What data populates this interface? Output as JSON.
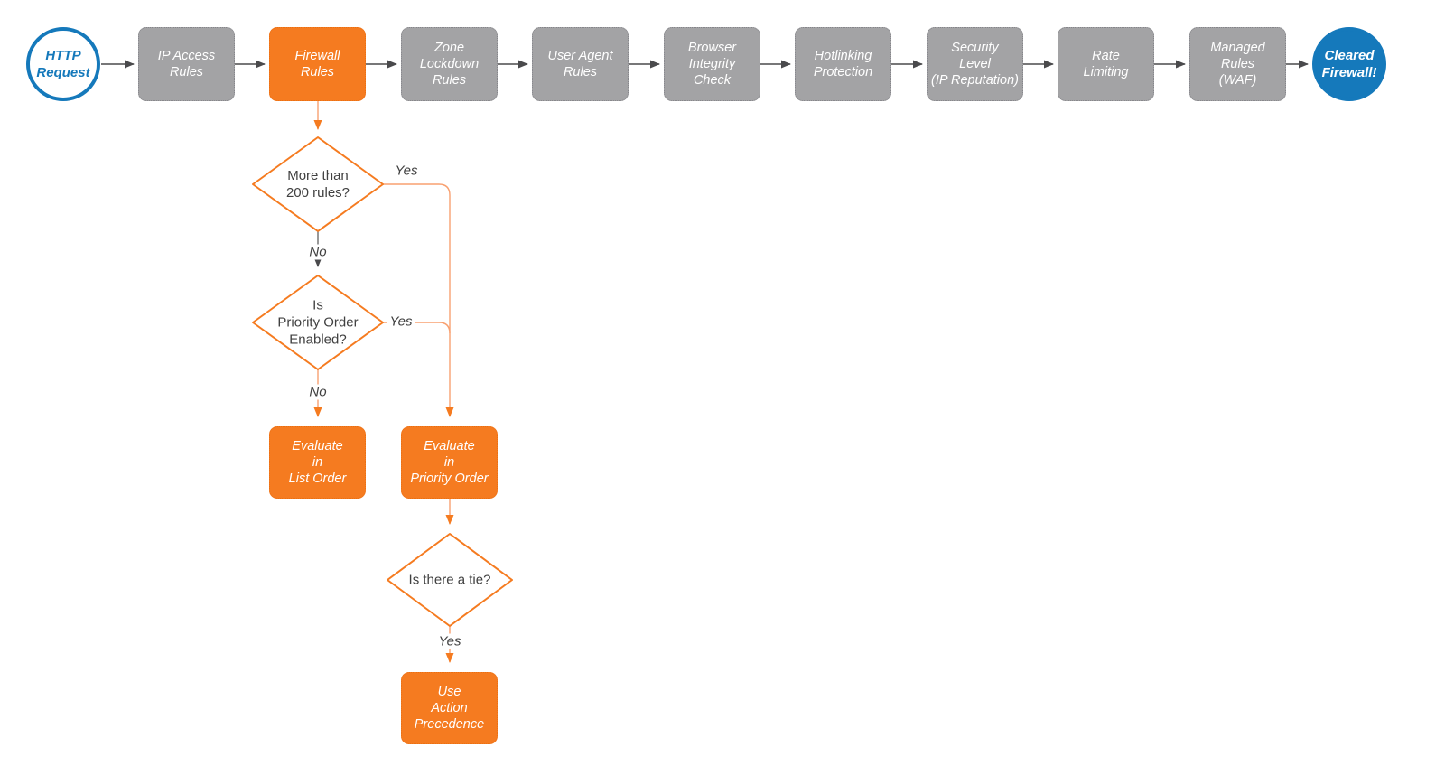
{
  "title": "Firewall request-evaluation flowchart",
  "colors": {
    "blue": "#1579bb",
    "orange": "#f57b20",
    "orange_line": "#f8a171",
    "gray_fill": "#a3a3a5",
    "gray_border": "#85858a",
    "arrow_gray": "#4a4a4c",
    "text_dark": "#404040",
    "node_text": "#ffffff"
  },
  "pipeline": {
    "start": {
      "lines": [
        "HTTP",
        "Request"
      ]
    },
    "stages": [
      {
        "id": "ip-access-rules",
        "lines": [
          "IP Access",
          "Rules"
        ],
        "highlighted": false
      },
      {
        "id": "firewall-rules",
        "lines": [
          "Firewall",
          "Rules"
        ],
        "highlighted": true
      },
      {
        "id": "zone-lockdown",
        "lines": [
          "Zone",
          "Lockdown",
          "Rules"
        ],
        "highlighted": false
      },
      {
        "id": "user-agent-rules",
        "lines": [
          "User Agent",
          "Rules"
        ],
        "highlighted": false
      },
      {
        "id": "browser-integrity",
        "lines": [
          "Browser",
          "Integrity",
          "Check"
        ],
        "highlighted": false
      },
      {
        "id": "hotlinking",
        "lines": [
          "Hotlinking",
          "Protection"
        ],
        "highlighted": false
      },
      {
        "id": "security-level",
        "lines": [
          "Security",
          "Level",
          "(IP Reputation)"
        ],
        "highlighted": false
      },
      {
        "id": "rate-limiting",
        "lines": [
          "Rate",
          "Limiting"
        ],
        "highlighted": false
      },
      {
        "id": "managed-rules",
        "lines": [
          "Managed",
          "Rules",
          "(WAF)"
        ],
        "highlighted": false
      }
    ],
    "end": {
      "lines": [
        "Cleared",
        "Firewall!"
      ]
    }
  },
  "branch": {
    "decision_rule_count": {
      "lines": [
        "More than",
        "200 rules?"
      ],
      "yes": "Yes",
      "no": "No"
    },
    "decision_priority": {
      "lines": [
        "Is",
        "Priority Order",
        "Enabled?"
      ],
      "yes": "Yes",
      "no": "No"
    },
    "evaluate_list": {
      "lines": [
        "Evaluate",
        "in",
        "List Order"
      ]
    },
    "evaluate_priority": {
      "lines": [
        "Evaluate",
        "in",
        "Priority Order"
      ]
    },
    "decision_tie": {
      "lines": [
        "Is there a tie?"
      ],
      "yes": "Yes"
    },
    "action_precedence": {
      "lines": [
        "Use",
        "Action",
        "Precedence"
      ]
    }
  }
}
